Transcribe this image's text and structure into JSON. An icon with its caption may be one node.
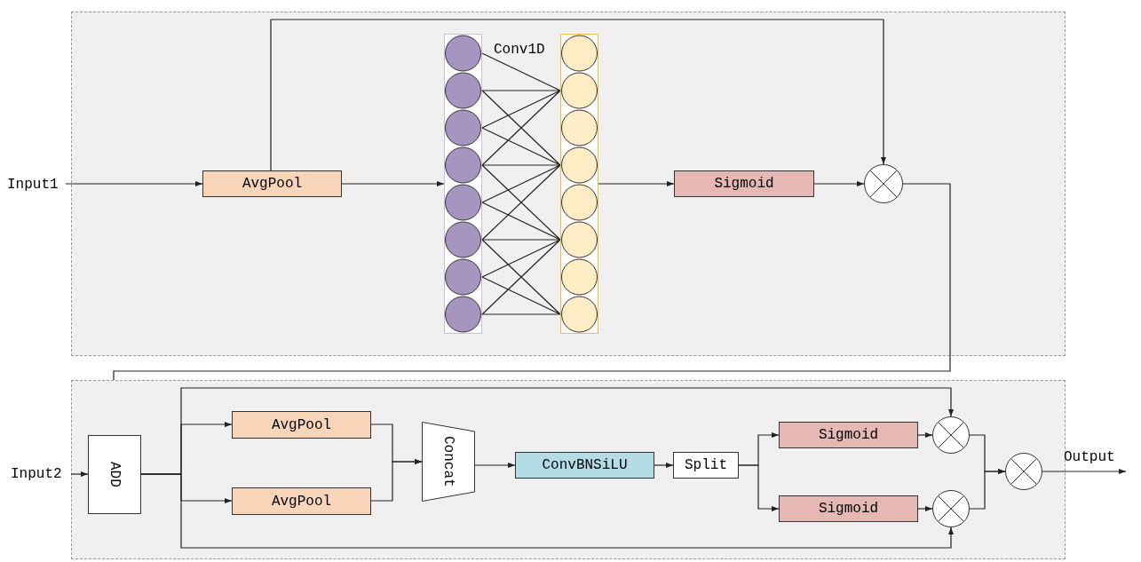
{
  "diagram": {
    "nodes": [
      {
        "text": [],
        "shape": "box"
      },
      {
        "text": [
          "Input1"
        ]
      },
      {
        "text": [
          "AvgPool"
        ],
        "in": 0
      },
      {
        "text": [],
        "shape": "bar",
        "in": 0
      },
      {
        "text": [],
        "shape": "bar",
        "in": 0
      },
      {
        "text": [
          "Sigmoid"
        ],
        "in": 0
      },
      {
        "text": [],
        "shape": "circle",
        "in": 0
      },
      {
        "text": [],
        "shape": "box"
      },
      {
        "text": [
          "Input2"
        ]
      },
      {
        "text": [
          "ADD"
        ],
        "in": 7
      },
      {
        "text": [
          "AvgPool"
        ],
        "in": 7
      },
      {
        "text": [
          "AvgPool"
        ],
        "in": 7
      },
      {
        "text": [
          "Concat"
        ],
        "in": 7
      },
      {
        "text": [
          "ConvBNSiLU"
        ],
        "in": 7
      },
      {
        "text": [
          "Split"
        ],
        "in": 7
      },
      {
        "text": [
          "Sigmoid"
        ],
        "in": 7
      },
      {
        "text": [
          "Sigmoid"
        ],
        "in": 7
      },
      {
        "text": [],
        "shape": "circle",
        "in": 7
      },
      {
        "text": [],
        "shape": "circle",
        "in": 7
      },
      {
        "text": [],
        "shape": "circle",
        "in": 7
      },
      {
        "text": [
          "Output"
        ]
      }
    ],
    "edges": [
      {
        "from": 1,
        "to": 2,
        "arrow": "to"
      },
      {
        "from": 2,
        "to": 3,
        "arrow": "to"
      },
      {
        "from": 2,
        "to": 6,
        "arrow": "to"
      },
      {
        "from": 3,
        "to": 4,
        "arrow": "none"
      },
      {
        "from": 4,
        "to": 5,
        "arrow": "to"
      },
      {
        "from": 5,
        "to": 6,
        "arrow": "to"
      },
      {
        "from": 6,
        "to": 7,
        "arrow": "none"
      },
      {
        "from": 8,
        "to": 9,
        "arrow": "to"
      },
      {
        "from": 9,
        "to": 10,
        "arrow": "to"
      },
      {
        "from": 9,
        "to": 11,
        "arrow": "to"
      },
      {
        "from": 9,
        "to": 17,
        "arrow": "to"
      },
      {
        "from": 9,
        "to": 18,
        "arrow": "to"
      },
      {
        "from": 10,
        "to": 12,
        "arrow": "to"
      },
      {
        "from": 11,
        "to": 12,
        "arrow": "to"
      },
      {
        "from": 12,
        "to": 13,
        "arrow": "to"
      },
      {
        "from": 13,
        "to": 14,
        "arrow": "to"
      },
      {
        "from": 14,
        "to": 15,
        "arrow": "to"
      },
      {
        "from": 14,
        "to": 16,
        "arrow": "to"
      },
      {
        "from": 15,
        "to": 17,
        "arrow": "to"
      },
      {
        "from": 16,
        "to": 18,
        "arrow": "to"
      },
      {
        "from": 17,
        "to": 19,
        "arrow": "to"
      },
      {
        "from": 18,
        "to": 19,
        "arrow": "to"
      },
      {
        "from": 19,
        "to": 20,
        "arrow": "to"
      }
    ],
    "labels": [
      "Conv1D"
    ]
  }
}
